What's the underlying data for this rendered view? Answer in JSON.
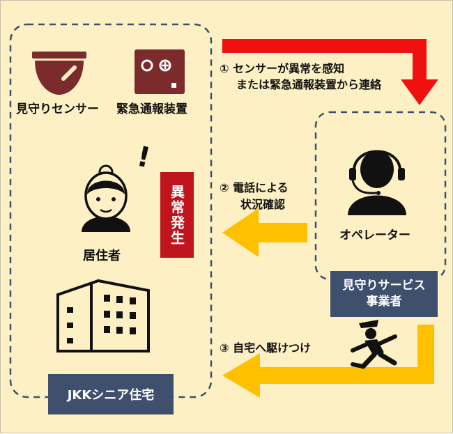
{
  "devices": {
    "sensor_label": "見守りセンサー",
    "button_label": "緊急通報装置"
  },
  "resident": {
    "label": "居住者",
    "alert_tag": "異常発生",
    "exclamation": "!"
  },
  "operator": {
    "label": "オペレーター",
    "provider_line1": "見守りサービス",
    "provider_line2": "事業者"
  },
  "housing": {
    "label": "JKKシニア住宅"
  },
  "steps": [
    {
      "line1": "①  センサーが異常を感知",
      "line2": "または緊急通報装置から連絡"
    },
    {
      "line1": "②  電話による",
      "line2": "状況確認"
    },
    {
      "line1": "③  自宅へ駆けつけ"
    }
  ],
  "colors": {
    "background": "#fdf0c4",
    "red_arrow": "#f01010",
    "yellow_arrow": "#ffc000",
    "navy": "#3f4f6e",
    "icon_dark_red": "#7b2b2b",
    "alert_red": "#c0141c"
  }
}
